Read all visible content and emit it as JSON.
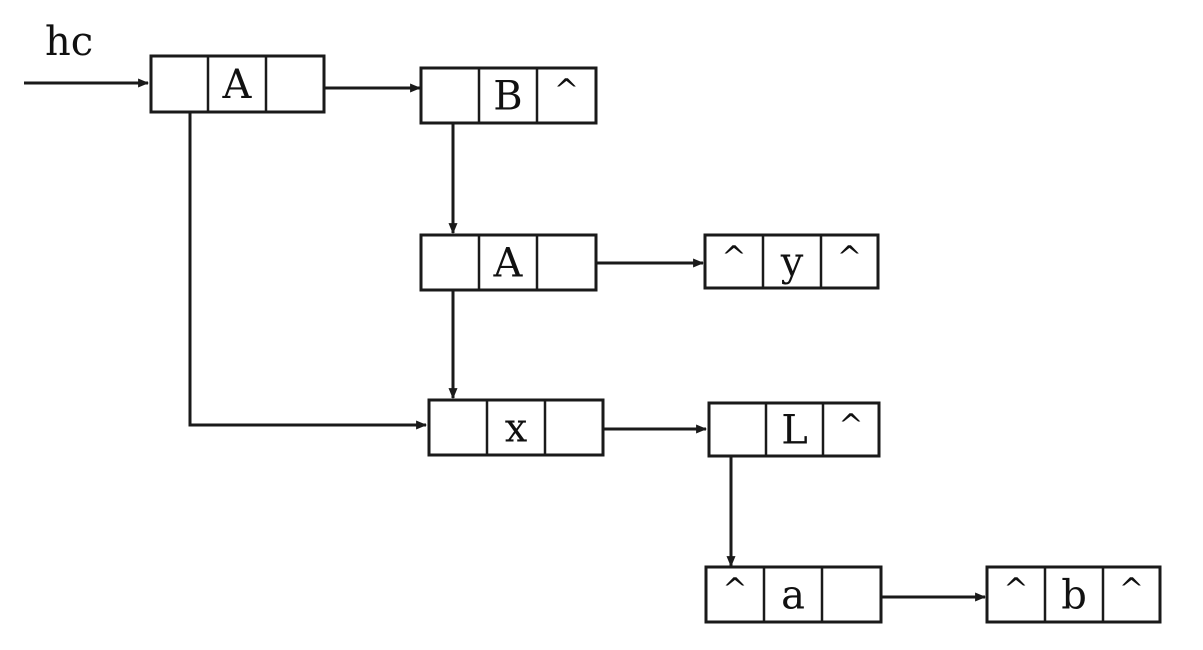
{
  "diagram": {
    "entry_label": "hc",
    "nodes": [
      {
        "id": "n1",
        "cells": [
          "",
          "A",
          ""
        ]
      },
      {
        "id": "n2",
        "cells": [
          "",
          "B",
          "^"
        ]
      },
      {
        "id": "n3",
        "cells": [
          "",
          "A",
          ""
        ]
      },
      {
        "id": "n4",
        "cells": [
          "^",
          "y",
          "^"
        ]
      },
      {
        "id": "n5",
        "cells": [
          "",
          "x",
          ""
        ]
      },
      {
        "id": "n6",
        "cells": [
          "",
          "L",
          "^"
        ]
      },
      {
        "id": "n7",
        "cells": [
          "^",
          "a",
          ""
        ]
      },
      {
        "id": "n8",
        "cells": [
          "^",
          "b",
          "^"
        ]
      }
    ]
  }
}
